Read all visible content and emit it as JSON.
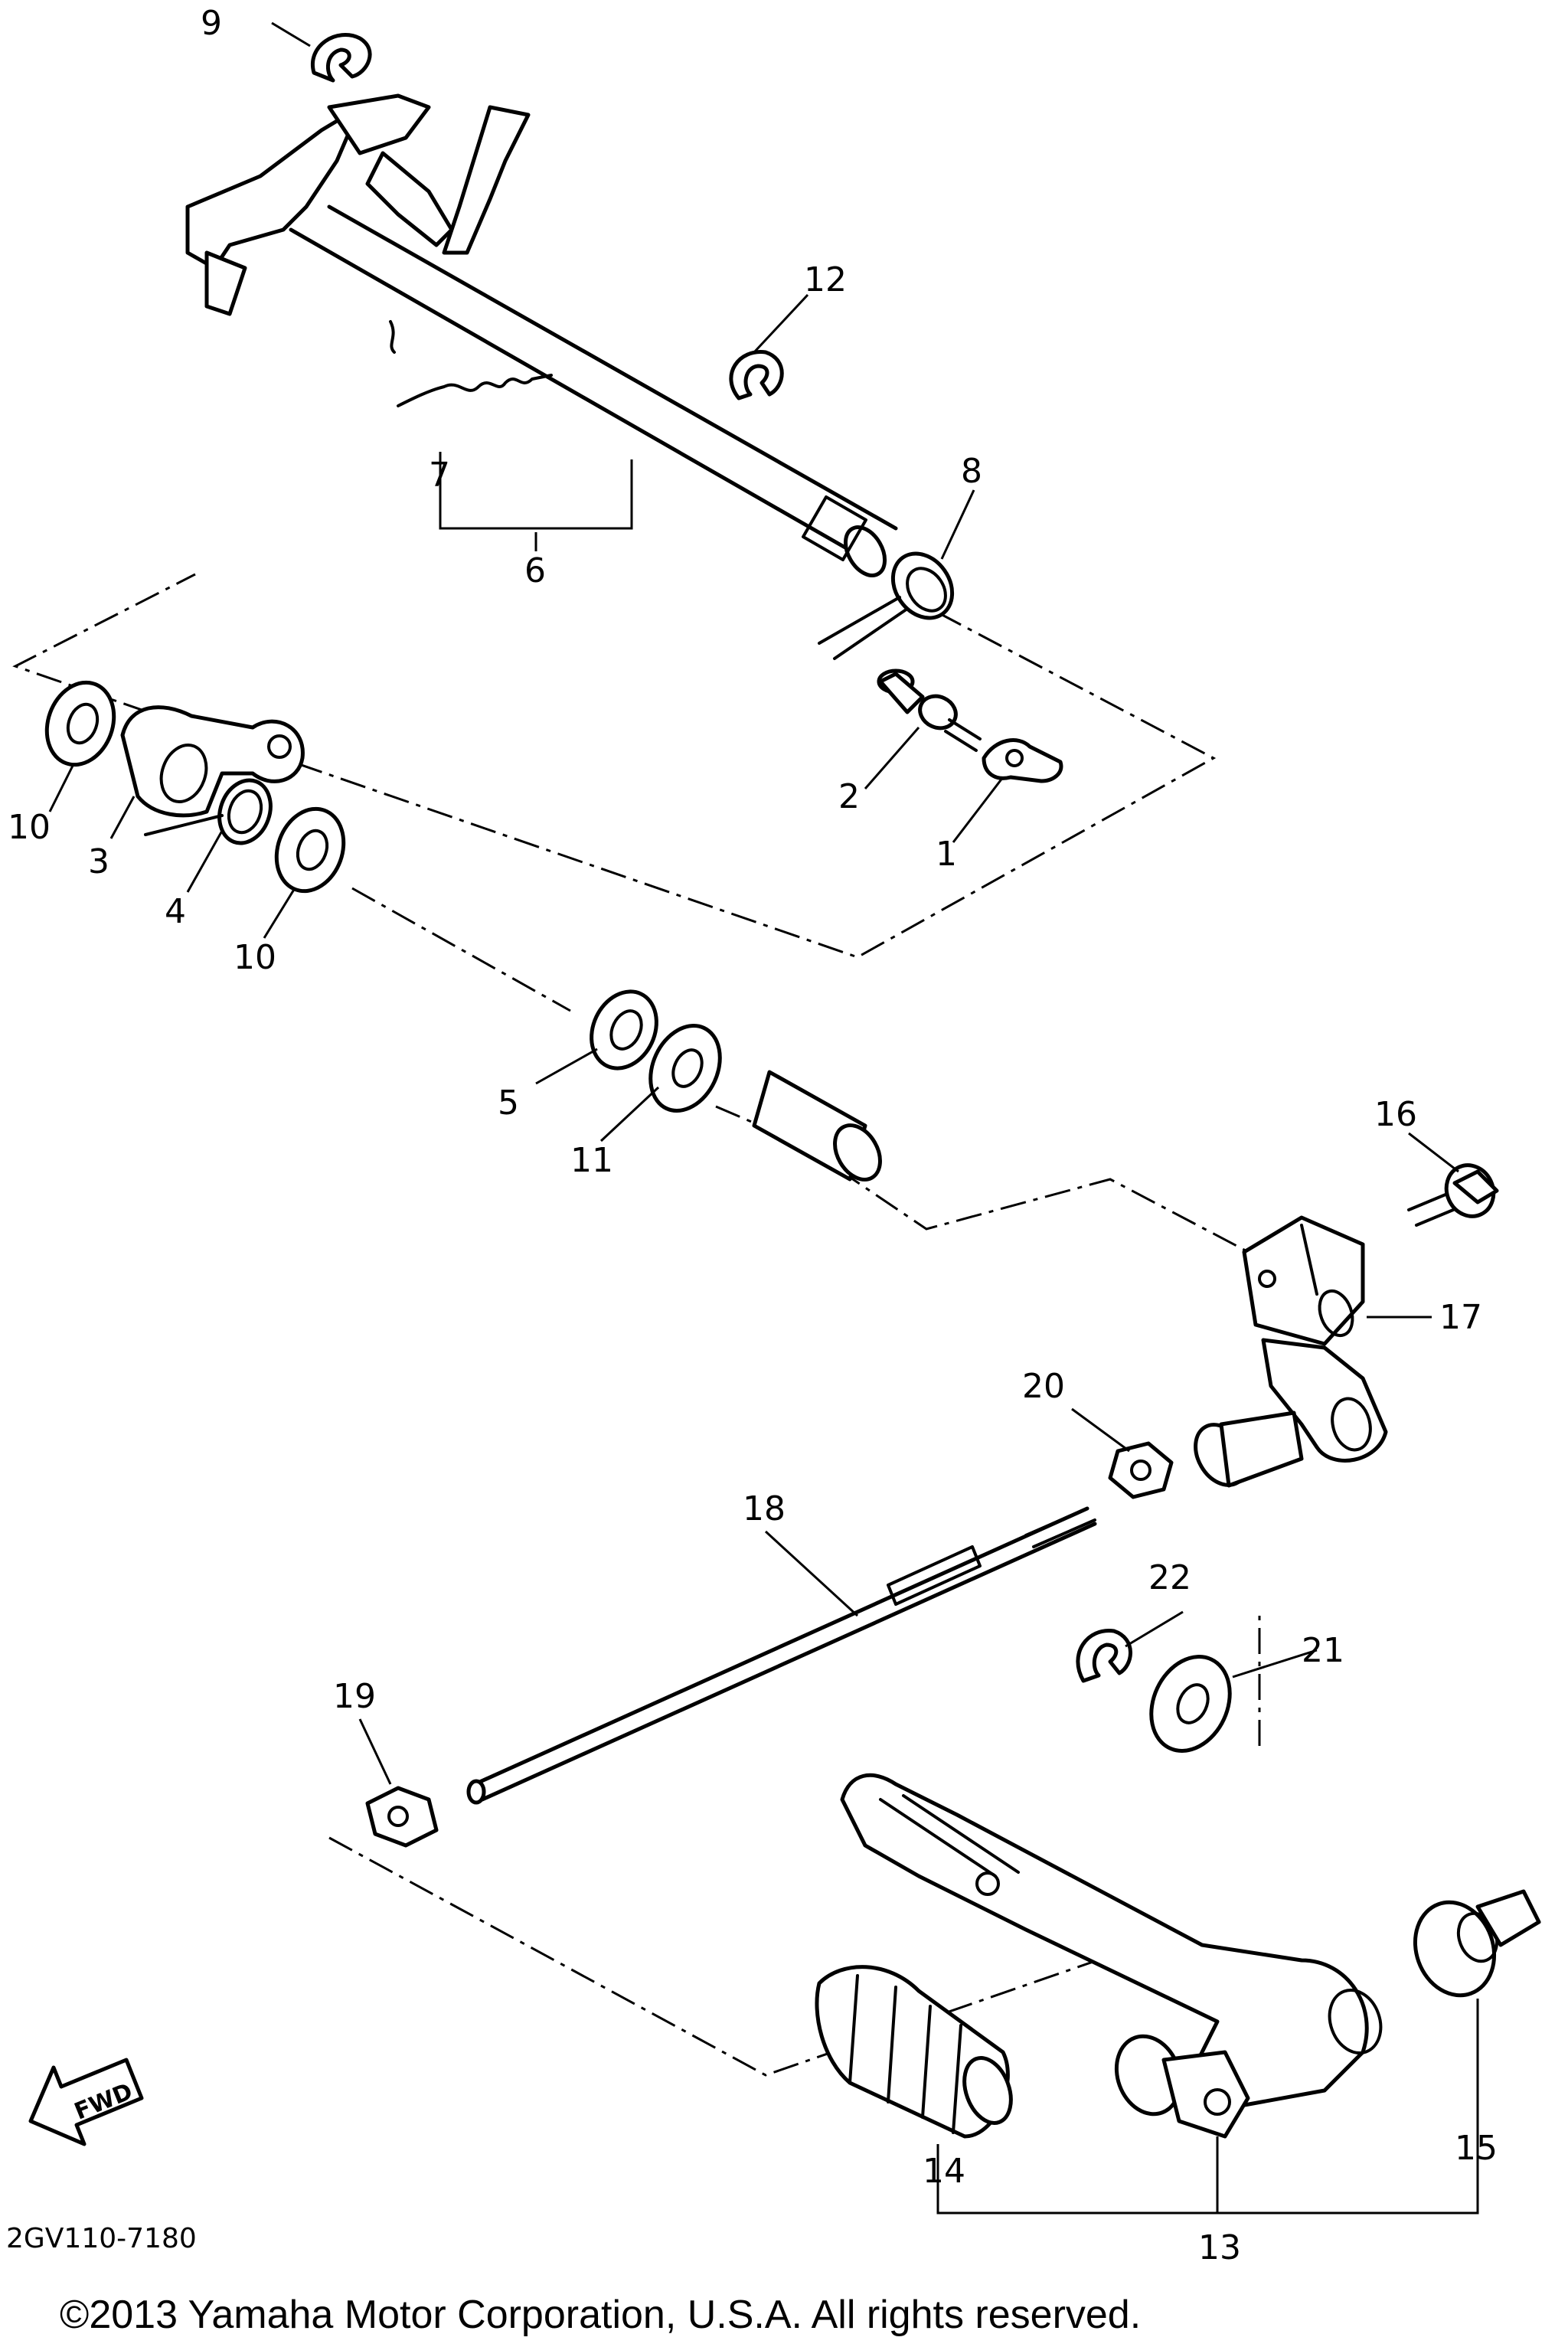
{
  "diagram": {
    "callouts": [
      "1",
      "2",
      "3",
      "4",
      "5",
      "6",
      "7",
      "8",
      "9",
      "10",
      "10",
      "11",
      "12",
      "13",
      "14",
      "15",
      "16",
      "17",
      "18",
      "19",
      "20",
      "21",
      "22"
    ],
    "fwd_label": "FWD",
    "diagram_code": "2GV110-7180",
    "copyright": "©2013 Yamaha Motor Corporation, U.S.A. All rights reserved."
  }
}
